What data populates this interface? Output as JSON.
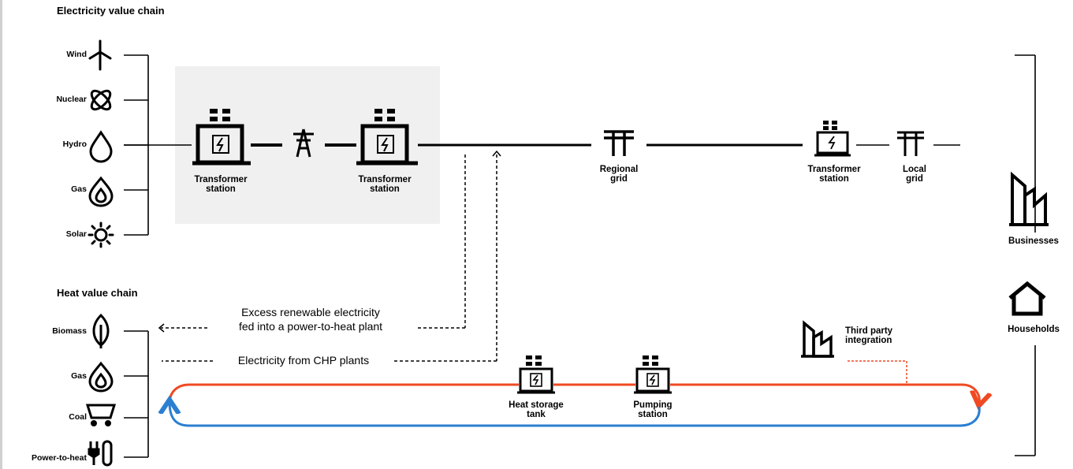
{
  "electricity_chain": {
    "title": "Electricity value chain",
    "sources": [
      "Wind",
      "Nuclear",
      "Hydro",
      "Gas",
      "Solar"
    ]
  },
  "heat_chain": {
    "title": "Heat value chain",
    "sources": [
      "Biomass",
      "Gas",
      "Coal",
      "Power-to-heat"
    ]
  },
  "nodes": {
    "transformer_station_1": "Transformer\nstation",
    "transformer_station_2": "Transformer\nstation",
    "regional_grid": "Regional\ngrid",
    "transformer_station_3": "Transformer\nstation",
    "local_grid": "Local\ngrid",
    "heat_storage_tank": "Heat storage\ntank",
    "pumping_station": "Pumping\nstation",
    "third_party_integration": "Third party\nintegration"
  },
  "consumers": {
    "businesses": "Businesses",
    "households": "Households"
  },
  "notes": {
    "excess_renewable": "Excess renewable electricity\nfed into a power-to-heat plant",
    "chp_electricity": "Electricity from CHP plants"
  },
  "colors": {
    "highlight_box": "#f0f0f0",
    "hot_loop": "#f04a23",
    "cold_loop": "#2b7fd1",
    "line": "#000000"
  },
  "icons": {
    "wind": "wind-turbine-icon",
    "nuclear": "atom-icon",
    "hydro": "water-drop-icon",
    "gas": "flame-icon",
    "solar": "sun-icon",
    "biomass": "leaf-icon",
    "coal": "cart-icon",
    "power_to_heat": "plug-thermometer-icon",
    "transformer": "transformer-icon",
    "pylon": "pylon-icon",
    "grid": "grid-tower-icon",
    "businesses": "factory-icon",
    "households": "house-icon"
  }
}
